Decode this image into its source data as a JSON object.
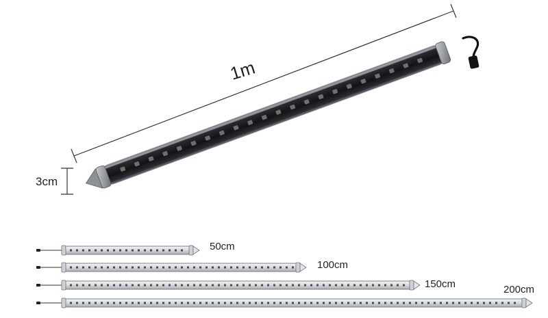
{
  "main_tube": {
    "length_label": "1m",
    "diameter_label": "3cm"
  },
  "variants": [
    {
      "label": "50cm"
    },
    {
      "label": "100cm"
    },
    {
      "label": "150cm"
    },
    {
      "label": "200cm"
    }
  ],
  "colors": {
    "tube_body": "#1b1b1d",
    "tube_shell": "#8a8f95",
    "led": "#6f6f6f",
    "dimension_line": "#333333",
    "variant_tube": "#dfe2e5",
    "variant_led": "#4a4a4a"
  }
}
